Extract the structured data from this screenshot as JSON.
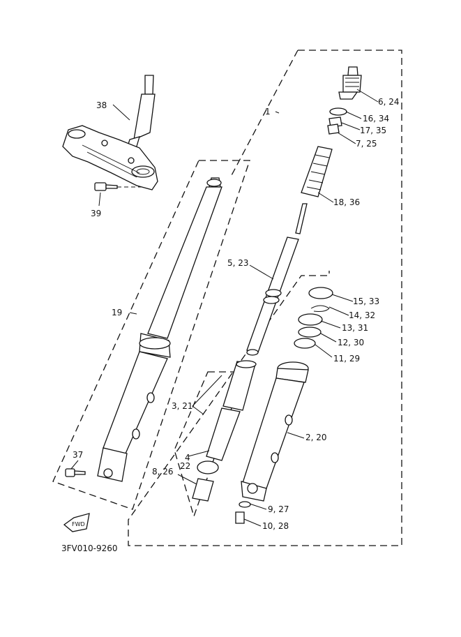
{
  "diagram": {
    "code": "3FV010-9260",
    "fwd": "FWD",
    "labels": {
      "l1": "1",
      "l6": "6, 24",
      "l16": "16, 34",
      "l17": "17, 35",
      "l7": "7, 25",
      "l18": "18, 36",
      "l38": "38",
      "l39": "39",
      "l19": "19",
      "l5": "5, 23",
      "l15": "15, 33",
      "l14": "14, 32",
      "l13": "13, 31",
      "l12": "12, 30",
      "l11": "11, 29",
      "l3": "3, 21",
      "l4": "4",
      "l22": "22",
      "l8": "8, 26",
      "l2": "2, 20",
      "l9": "9, 27",
      "l10": "10, 28",
      "l37": "37"
    }
  }
}
